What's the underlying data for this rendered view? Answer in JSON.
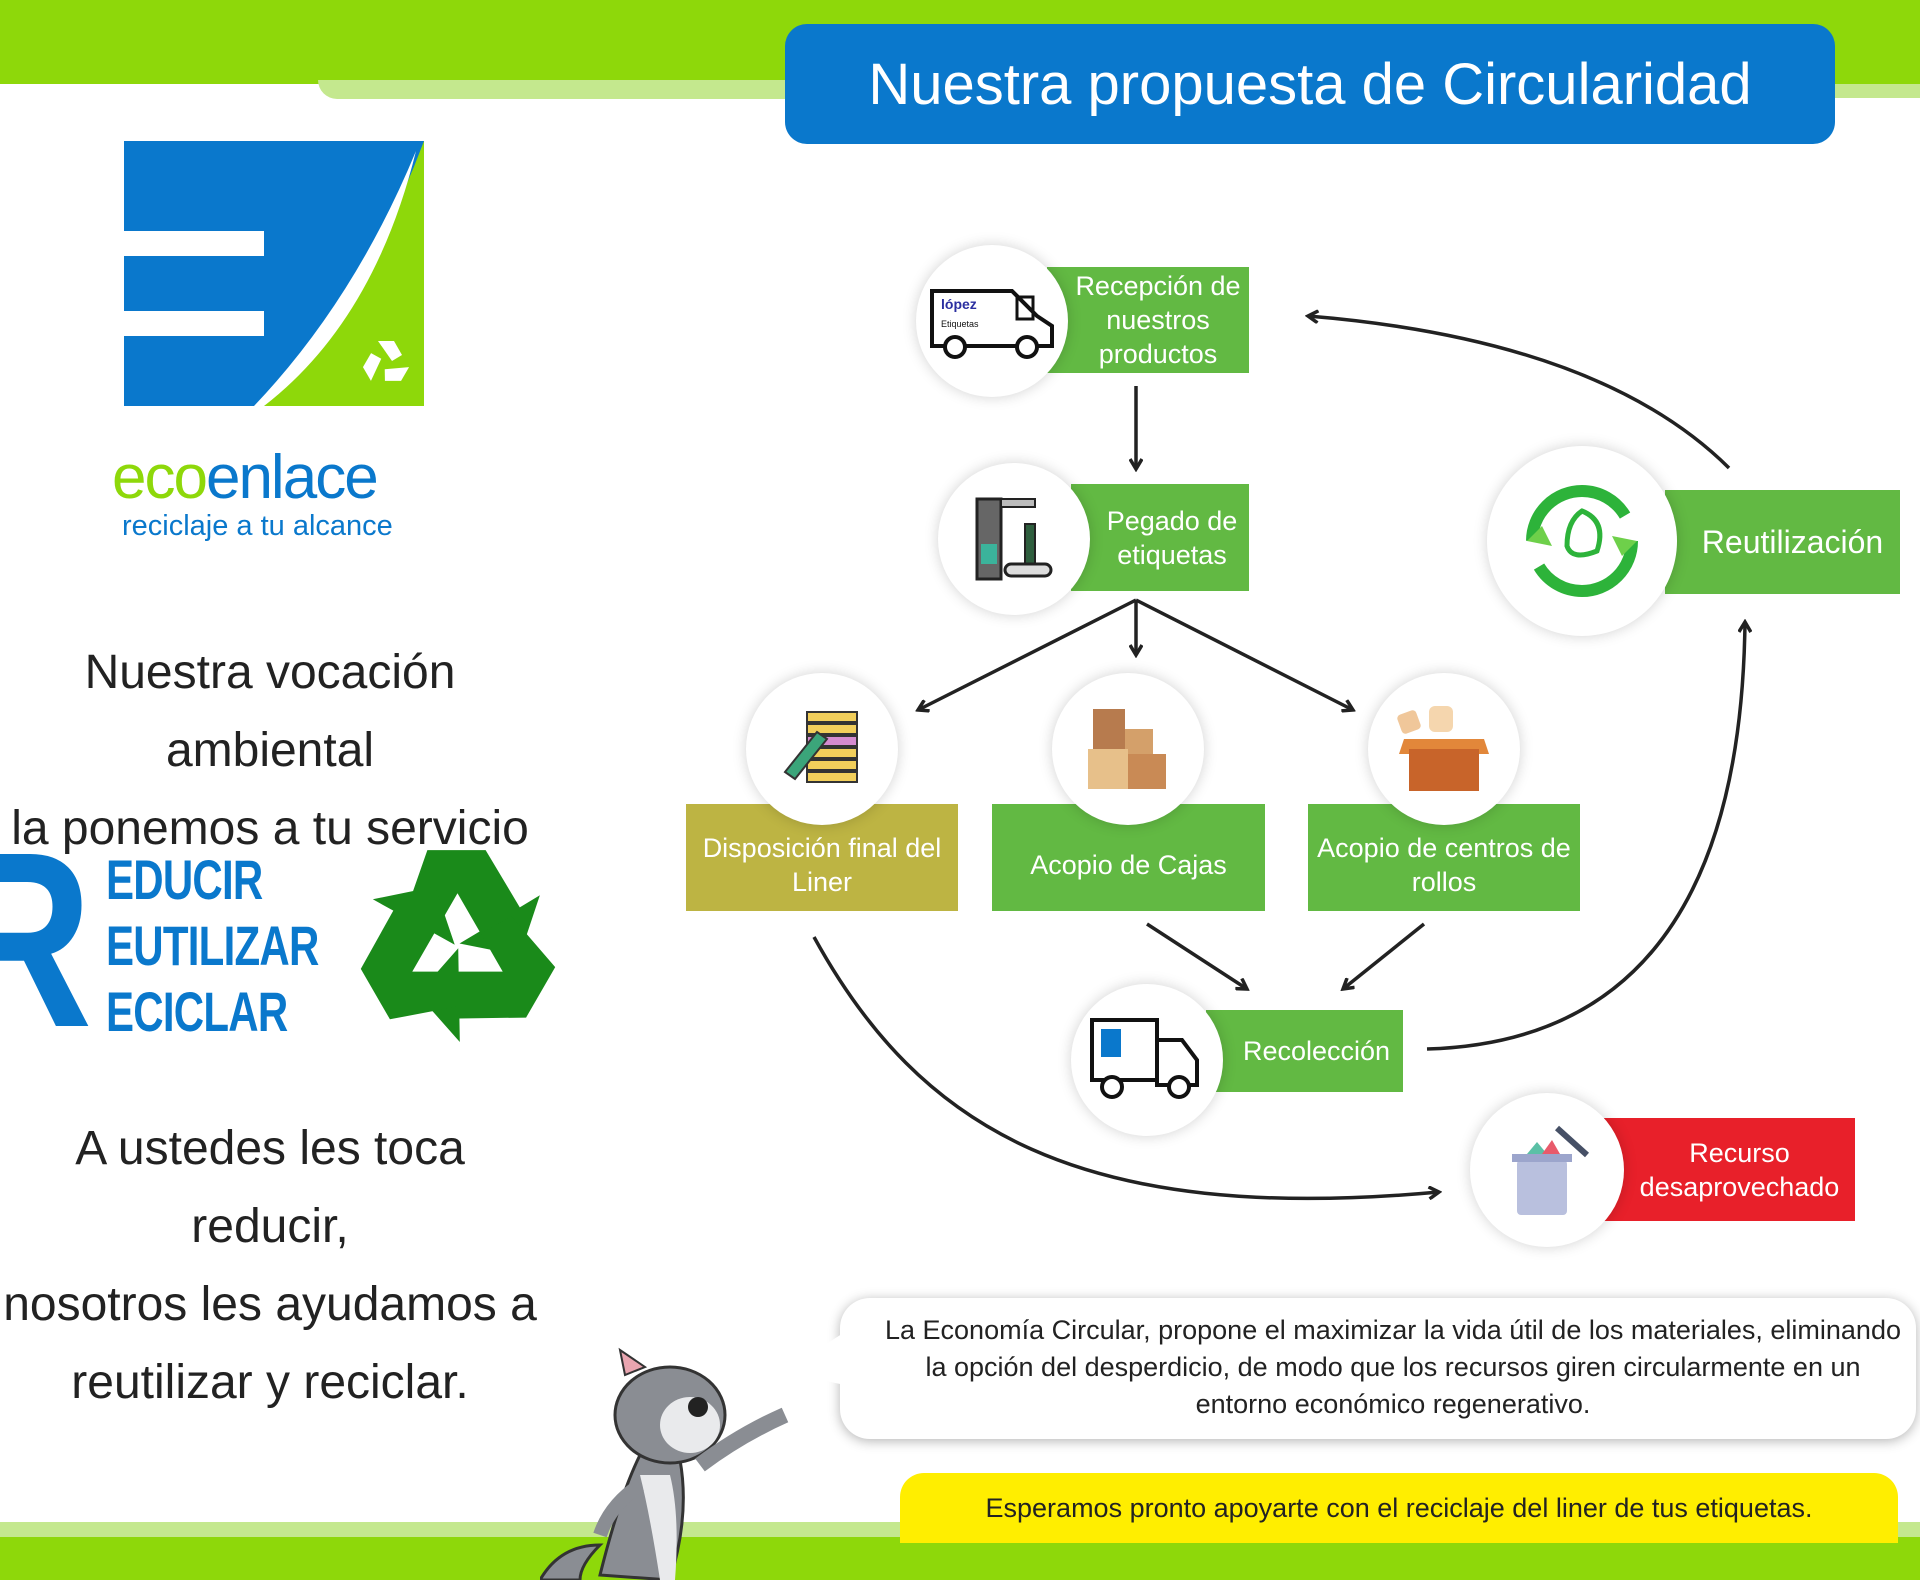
{
  "header": {
    "title": "Nuestra propuesta de Circularidad"
  },
  "logo": {
    "brand_eco": "eco",
    "brand_enlace": "enlace",
    "tagline": "reciclaje a tu alcance"
  },
  "left": {
    "vocation": [
      "Nuestra vocación ambiental",
      "la ponemos a tu servicio"
    ],
    "rrr": {
      "letter": "R",
      "words": [
        "EDUCIR",
        "EUTILIZAR",
        "ECICLAR"
      ]
    },
    "closing": [
      "A ustedes les toca reducir,",
      "nosotros les ayudamos a",
      "reutilizar y reciclar."
    ]
  },
  "flow": {
    "recepcion": "Recepción de nuestros productos",
    "pegado": "Pegado de etiquetas",
    "reutilizacion": "Reutilización",
    "disposicion": "Disposición final del Liner",
    "cajas": "Acopio de Cajas",
    "rollos": "Acopio de centros de rollos",
    "recoleccion": "Recolección",
    "recurso": "Recurso desaprovechado",
    "van_brand": "lópez",
    "van_sub": "Etiquetas"
  },
  "bubble": {
    "text": "La Economía Circular, propone el maximizar la vida útil de los materiales, eliminando la opción del desperdicio, de modo que los recursos giren circularmente en un entorno económico regenerativo."
  },
  "footer": {
    "text": "Esperamos pronto apoyarte con el reciclaje del liner de tus etiquetas."
  },
  "colors": {
    "lime": "#8ED80A",
    "blue": "#0A78CC",
    "green": "#62B943",
    "olive": "#BDB443",
    "red": "#E8202A",
    "yellow": "#FFEE00"
  }
}
